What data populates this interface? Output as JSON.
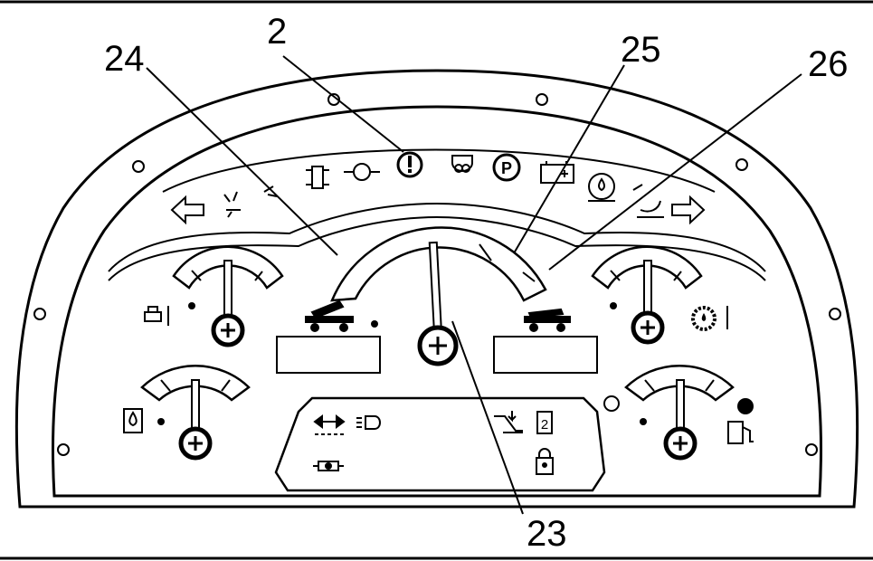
{
  "callouts": {
    "c2": "2",
    "c24": "24",
    "c25": "25",
    "c26": "26",
    "c23": "23"
  },
  "icons": {
    "top_row": [
      "arrow-left-icon",
      "steer-mode-front-icon",
      "steer-mode-crab-icon",
      "steer-mode-four-wheel-icon",
      "transmission-icon",
      "warning-exclamation-icon",
      "glow-plug-icon",
      "parking-brake-icon",
      "battery-charge-icon",
      "hydraulic-pressure-icon",
      "boom-float-icon",
      "arrow-right-icon"
    ],
    "left_gauges": [
      "engine-coolant-temp-icon",
      "hydraulic-oil-temp-icon"
    ],
    "right_gauges": [
      "transmission-oil-temp-icon",
      "fuel-level-icon"
    ],
    "center_panel": [
      "turn-direction-icon",
      "headlight-icon",
      "boom-icon",
      "hitch-icon",
      "seat-switch-icon",
      "lock-icon"
    ]
  },
  "lcd_labels": {
    "left": "",
    "right": ""
  },
  "hourmeter_digit": "2"
}
